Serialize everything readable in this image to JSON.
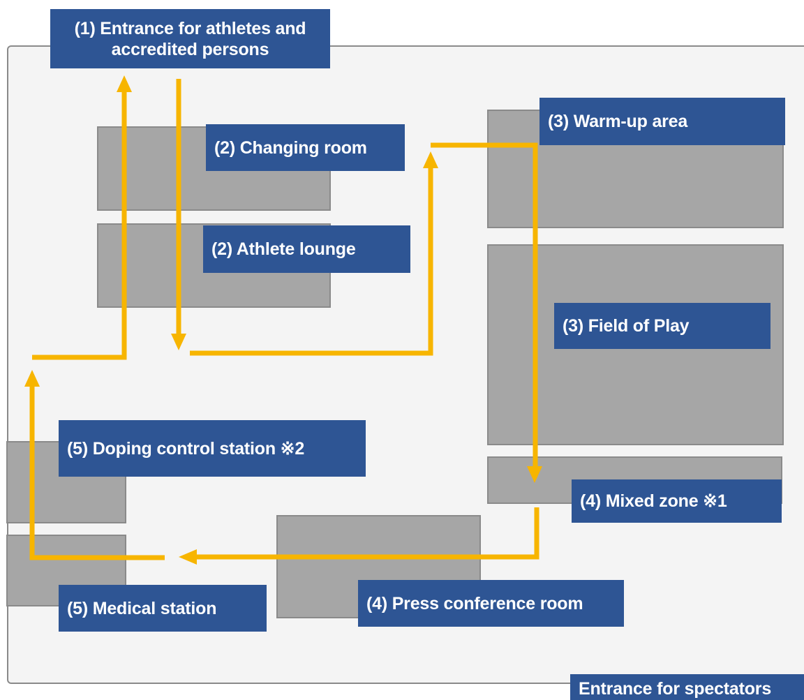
{
  "labels": {
    "entrance_athletes": "(1) Entrance for athletes  and\naccredited persons",
    "changing_room": "(2) Changing room",
    "athlete_lounge": "(2) Athlete lounge",
    "warmup_area": "(3) Warm-up area",
    "field_of_play": "(3) Field of Play",
    "doping_control": "(5) Doping control station ※2",
    "mixed_zone": "(4) Mixed zone ※1",
    "medical_station": "(5) Medical station",
    "press_conference": "(4) Press conference room",
    "entrance_spectators": "Entrance for spectators"
  },
  "colors": {
    "label_bg": "#2e5594",
    "room_fill": "#a6a6a6",
    "route": "#f7b500",
    "venue_bg": "#f4f4f4"
  }
}
